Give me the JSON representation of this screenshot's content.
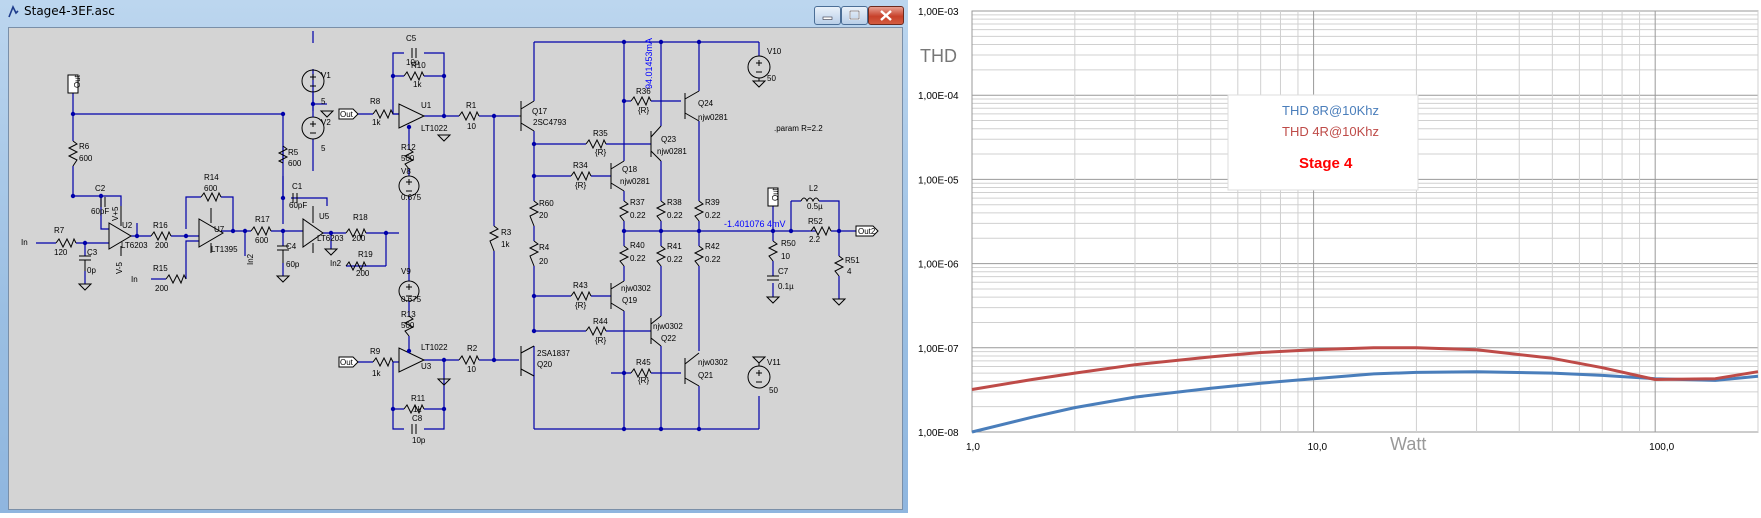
{
  "window": {
    "title": "Stage4-3EF.asc",
    "controls": {
      "minimize": "minimize",
      "maximize": "maximize",
      "close": "close"
    }
  },
  "schematic": {
    "labels": {
      "out_flag_top": "Out",
      "r6": "R6",
      "r6v": "600",
      "c2": "C2",
      "c2v": "60pF",
      "r14": "R14",
      "r14v": "600",
      "u2": "U2",
      "u2m": "LT6203",
      "r16": "R16",
      "r16v": "200",
      "u7": "U7",
      "u7m": "LT1395",
      "r17": "R17",
      "r17v": "600",
      "r7": "R7",
      "r7v": "120",
      "c3": "C3",
      "c3v": "0p",
      "r15": "R15",
      "r15v": "200",
      "in1": "In",
      "in2": "In",
      "in3": "In2",
      "c4": "C4",
      "c4v": "60p",
      "r5": "R5",
      "r5v": "600",
      "c1": "C1",
      "c1v": "60pF",
      "u5": "U5",
      "u5m": "LT6203",
      "r18": "R18",
      "r18v": "200",
      "r19": "R19",
      "r19v": "200",
      "in4": "In2",
      "v1": "V1",
      "v1v": "5",
      "v2": "V2",
      "v2v": "5",
      "vp5": "V+5",
      "vm5": "V-5",
      "c5": "C5",
      "c5v": "10p",
      "r10": "R10",
      "r10v": "1k",
      "out1": "Out",
      "r8": "R8",
      "r8v": "1k",
      "u1": "U1",
      "u1m": "LT1022",
      "r1": "R1",
      "r1v": "10",
      "r12": "R12",
      "r12v": "500",
      "v8": "V8",
      "v8v": "0.675",
      "v9": "V9",
      "v9v": "0.675",
      "r13": "R13",
      "r13v": "500",
      "out2": "Out",
      "r9": "R9",
      "r9v": "1k",
      "u3": "U3",
      "u3m": "LT1022",
      "r2": "R2",
      "r2v": "10",
      "r11": "R11",
      "r11v": "1k",
      "c8": "C8",
      "c8v": "10p",
      "r3": "R3",
      "r3v": "1k",
      "q17": "Q17",
      "q17m": "2SC4793",
      "q20": "Q20",
      "q20m": "2SA1837",
      "current": "94.01453mA",
      "r36": "R36",
      "r36v": "{R}",
      "q24": "Q24",
      "q24m": "njw0281",
      "r35": "R35",
      "r35v": "{R}",
      "q23": "Q23",
      "q23m": "njw0281",
      "r34": "R34",
      "r34v": "{R}",
      "q18": "Q18",
      "q18m": "njw0281",
      "r60": "R60",
      "r60v": "20",
      "r4": "R4",
      "r4v": "20",
      "r37": "R37",
      "r37v": "0.22",
      "r38": "R38",
      "r38v": "0.22",
      "r39": "R39",
      "r39v": "0.22",
      "r40": "R40",
      "r40v": "0.22",
      "r41": "R41",
      "r41v": "0.22",
      "r42": "R42",
      "r42v": "0.22",
      "voltage": "-1.401076 4mV",
      "r43": "R43",
      "r43v": "{R}",
      "q19": "Q19",
      "q19m": "njw0302",
      "r44": "R44",
      "r44v": "{R}",
      "q22": "Q22",
      "q22m": "njw0302",
      "r45": "R45",
      "r45v": "{R}",
      "q21": "Q21",
      "q21m": "njw0302",
      "v10": "V10",
      "v10v": "50",
      "v11": "V11",
      "v11v": "50",
      "param": ".param R=2.2",
      "out_flag": "Out",
      "l2": "L2",
      "l2v": "0.5µ",
      "r52": "R52",
      "r52v": "2.2",
      "out2flag": "Out2",
      "r50": "R50",
      "r50v": "10",
      "c7": "C7",
      "c7v": "0.1µ",
      "r51": "R51",
      "r51v": "4"
    }
  },
  "chart_data": {
    "type": "line",
    "ylabel": "THD",
    "xlabel": "Watt",
    "x_scale": "log",
    "y_scale": "log",
    "xlim": [
      1,
      200
    ],
    "ylim": [
      1e-08,
      0.001
    ],
    "x_ticks": [
      "1,0",
      "10,0",
      "100,0"
    ],
    "y_ticks": [
      "1,00E-08",
      "1,00E-07",
      "1,00E-06",
      "1,00E-05",
      "1,00E-04",
      "1,00E-03"
    ],
    "legend": {
      "entries": [
        "THD 8R@10Khz",
        "THD 4R@10Khz"
      ],
      "title": "Stage 4",
      "placement": "top-center"
    },
    "grid": true,
    "colors": {
      "THD 8R@10Khz": "#4a7ebb",
      "THD 4R@10Khz": "#be4b48",
      "title": "#ff0000"
    },
    "series": [
      {
        "name": "THD 8R@10Khz",
        "x": [
          1,
          1.5,
          2,
          3,
          5,
          7,
          10,
          15,
          20,
          30,
          50,
          70,
          100,
          150,
          200
        ],
        "y": [
          1e-08,
          1.5e-08,
          1.95e-08,
          2.6e-08,
          3.3e-08,
          3.8e-08,
          4.3e-08,
          4.9e-08,
          5.1e-08,
          5.2e-08,
          5e-08,
          4.7e-08,
          4.3e-08,
          4.1e-08,
          4.6e-08
        ]
      },
      {
        "name": "THD 4R@10Khz",
        "x": [
          1,
          1.5,
          2,
          3,
          5,
          7,
          10,
          15,
          20,
          30,
          50,
          70,
          100,
          150,
          200
        ],
        "y": [
          3.2e-08,
          4.2e-08,
          5e-08,
          6.3e-08,
          7.8e-08,
          8.8e-08,
          9.5e-08,
          1e-07,
          1e-07,
          9.5e-08,
          7.5e-08,
          5.8e-08,
          4.2e-08,
          4.3e-08,
          5.2e-08
        ]
      }
    ]
  }
}
